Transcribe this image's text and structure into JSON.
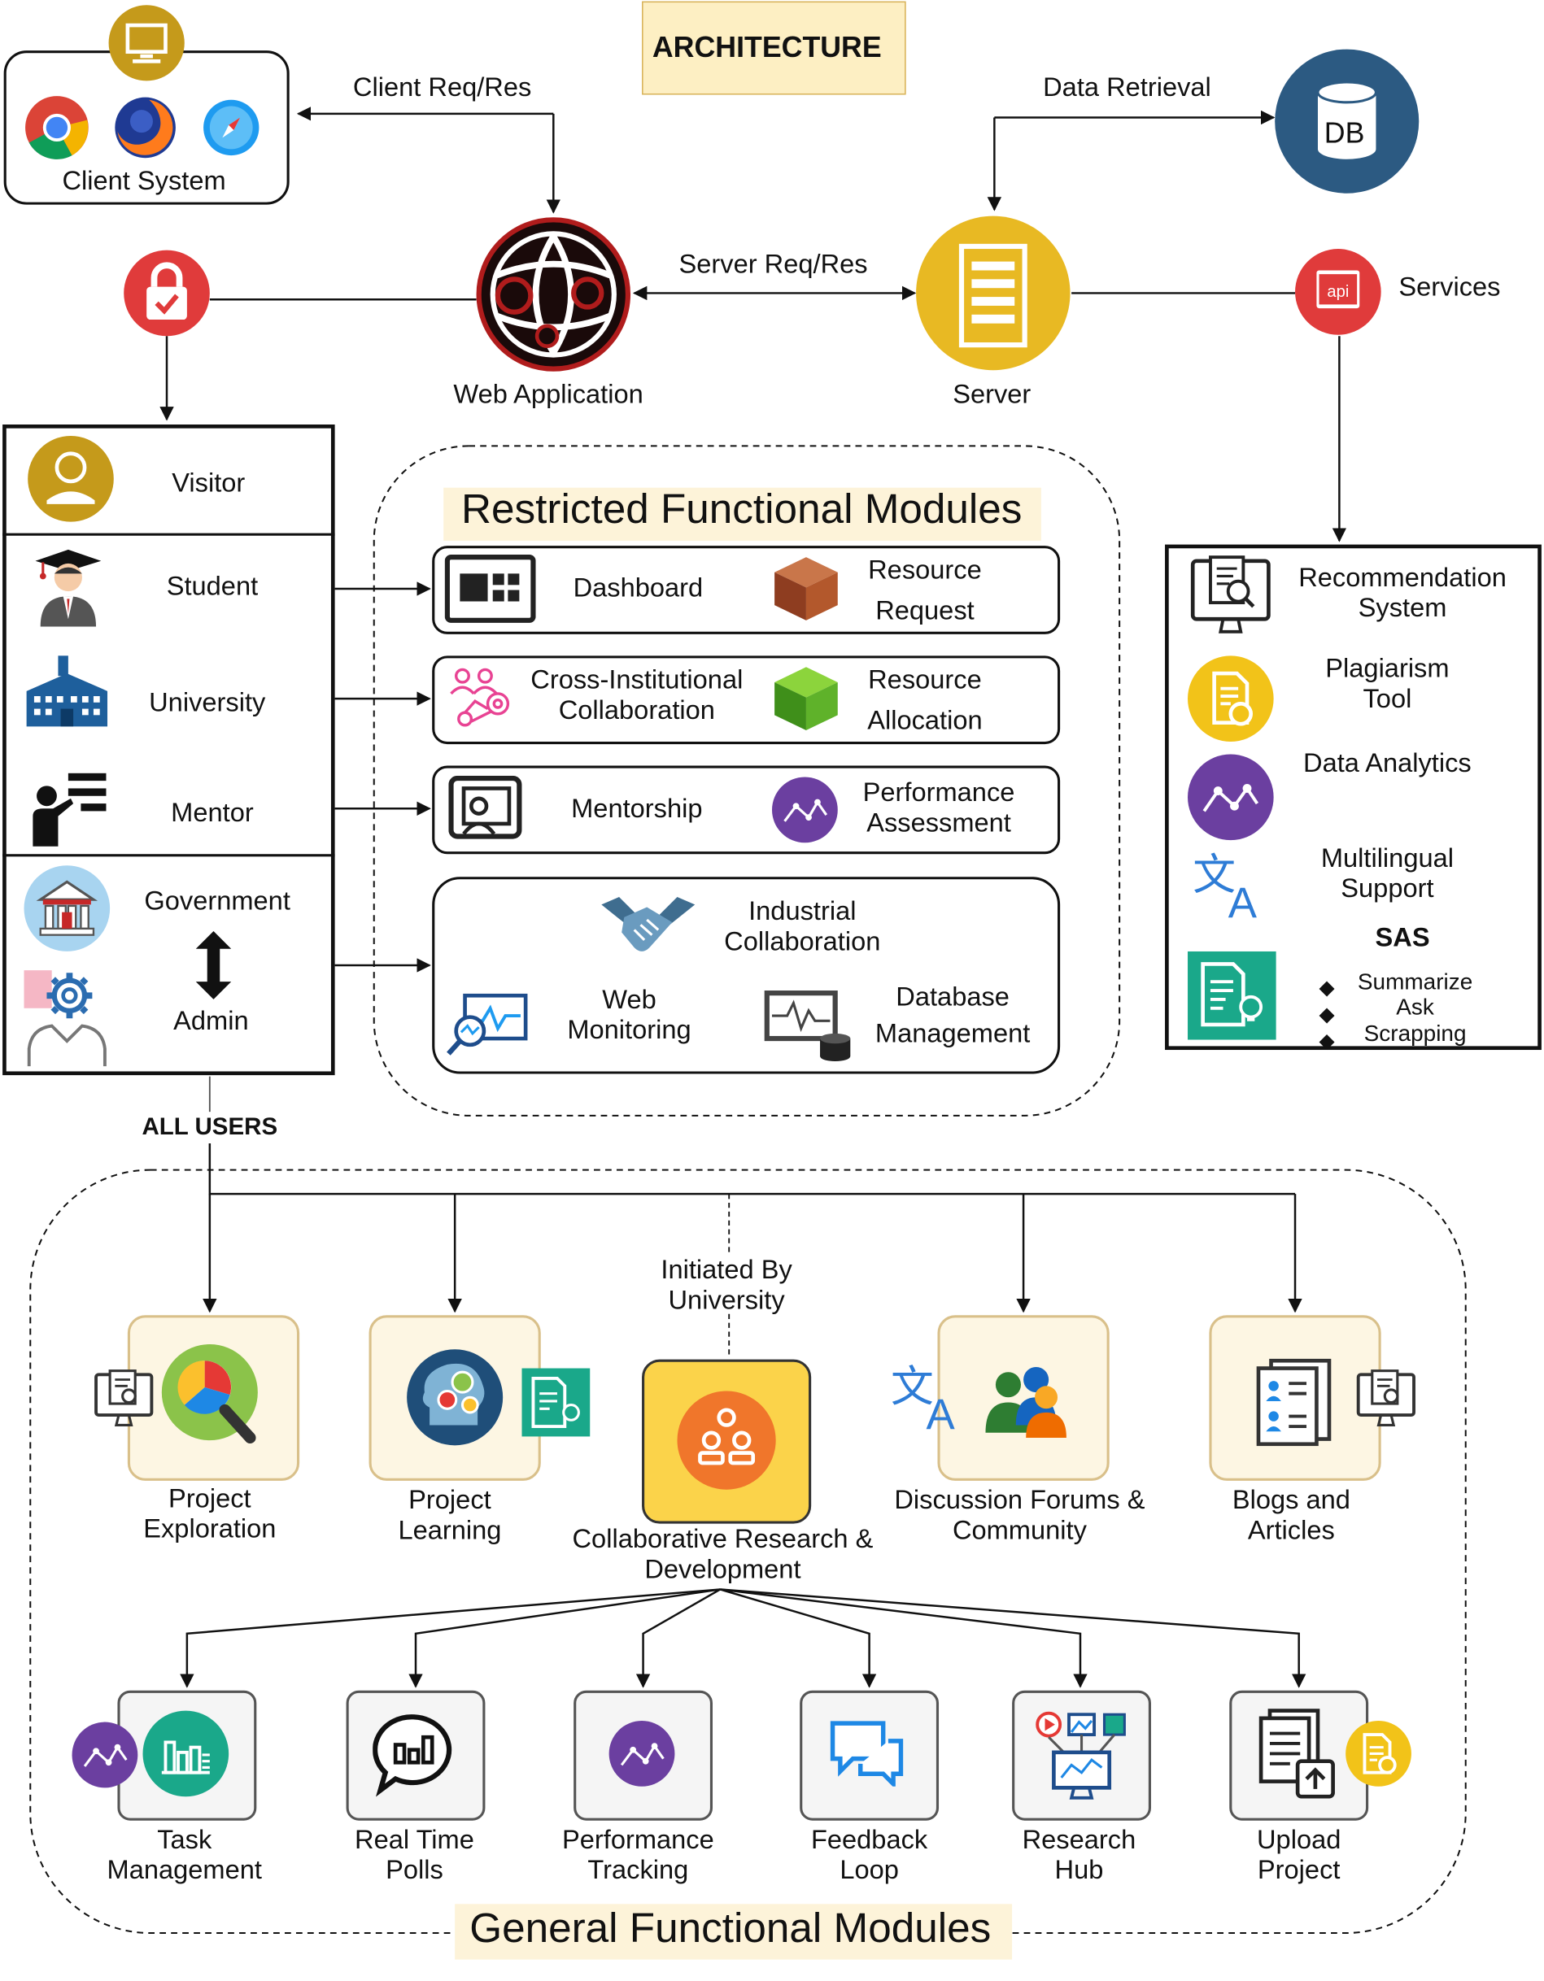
{
  "title": "ARCHITECTURE",
  "client": {
    "label": "Client System",
    "link_label": "Client Req/Res"
  },
  "web_app": {
    "label": "Web Application",
    "link_label": "Server Req/Res"
  },
  "server": {
    "label": "Server",
    "link_label": "Data Retrieval"
  },
  "db": {
    "label": "DB"
  },
  "services": {
    "label": "Services",
    "api_badge": "api",
    "items": [
      "Recommendation System",
      "Plagiarism Tool",
      "Data Analytics",
      "Multilingual Support"
    ],
    "sas": {
      "title": "SAS",
      "items": [
        "Summarize",
        "Ask",
        "Scrapping"
      ]
    }
  },
  "users": {
    "visitor": "Visitor",
    "student": "Student",
    "university": "University",
    "mentor": "Mentor",
    "government": "Government",
    "admin": "Admin",
    "all_users": "ALL USERS"
  },
  "restricted": {
    "title": "Restricted Functional Modules",
    "rows": [
      {
        "left": "Dashboard",
        "right": "Resource Request"
      },
      {
        "left": "Cross-Institutional Collaboration",
        "right": "Resource Allocation"
      },
      {
        "left": "Mentorship",
        "right": "Performance Assessment"
      }
    ],
    "group": {
      "top": "Industrial Collaboration",
      "left": "Web Monitoring",
      "right": "Database Management"
    }
  },
  "general": {
    "title": "General Functional Modules",
    "initiated_by": "Initiated By University",
    "top": [
      "Project Exploration",
      "Project Learning",
      "Collaborative Research & Development",
      "Discussion Forums & Community",
      "Blogs and Articles"
    ],
    "bottom": [
      "Task Management",
      "Real Time Polls",
      "Performance Tracking",
      "Feedback Loop",
      "Research Hub",
      "Upload Project"
    ]
  },
  "colors": {
    "gold": "#c59a1b",
    "server_yellow": "#e8b923",
    "db_blue": "#2c5a82",
    "red": "#e03b3b",
    "purple": "#6b3fa0",
    "teal": "#1aa88a",
    "module_bg": "#fdf6e3",
    "module_border": "#d9c08a"
  }
}
